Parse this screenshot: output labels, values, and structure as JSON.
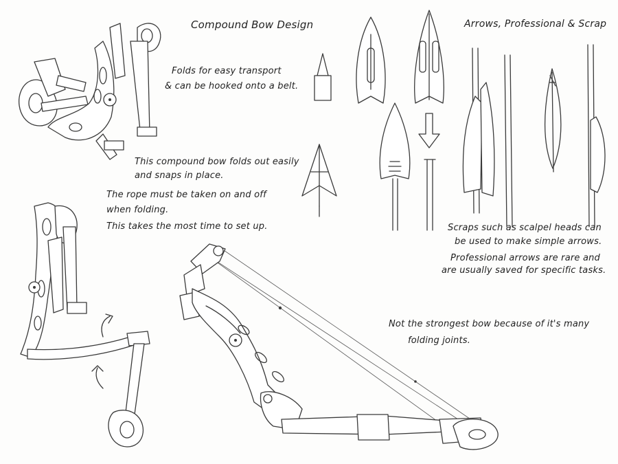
{
  "titles": {
    "bow": "Compound Bow Design",
    "arrows": "Arrows, Professional & Scrap"
  },
  "notes": {
    "fold_1": "Folds for easy transport",
    "fold_2": "& can be hooked onto a belt.",
    "snap_1": "This compound bow folds out easily",
    "snap_2": "and snaps in place.",
    "rope_1": "The rope must be taken on and off",
    "rope_2": "when folding.",
    "rope_3": "This takes the most time to set up.",
    "scrap_1": "Scraps such as scalpel heads can",
    "scrap_2": "be used to make simple arrows.",
    "pro_1": "Professional arrows are rare and",
    "pro_2": "are usually saved for specific tasks.",
    "strong_1": "Not the strongest bow because of it's many",
    "strong_2": "folding joints."
  }
}
